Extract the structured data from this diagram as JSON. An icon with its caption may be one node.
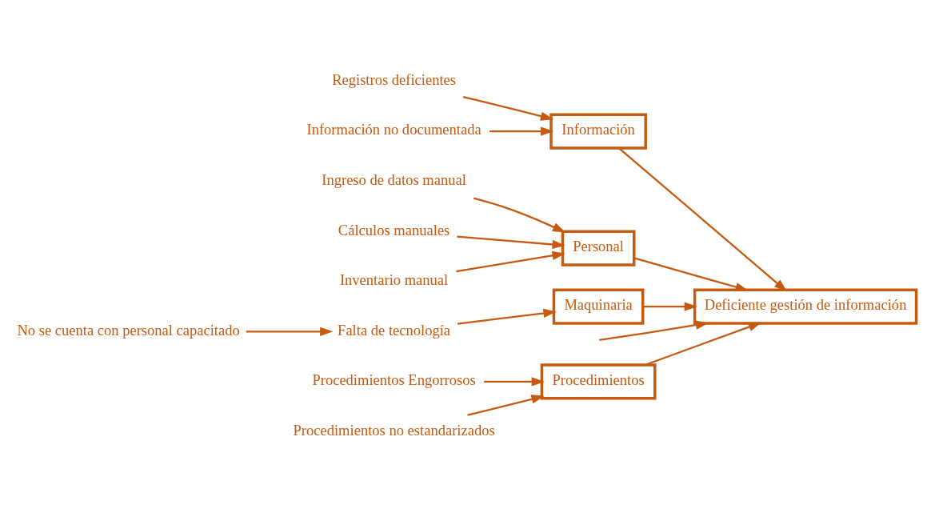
{
  "diagram": {
    "nodes": [
      {
        "text": [
          "Procedimientos"
        ]
      },
      {
        "text": [
          "Procedimientos Engorrosos"
        ]
      },
      {
        "text": [
          "Procedimientos no estandarizados"
        ]
      },
      {
        "text": [
          "Información"
        ]
      },
      {
        "text": [
          "Registros deficientes"
        ]
      },
      {
        "text": [
          "Información no documentada"
        ]
      },
      {
        "text": [
          "Deficiente gestión de información"
        ]
      },
      {
        "text": [
          "Personal"
        ]
      },
      {
        "text": [
          "Ingreso de datos manual"
        ]
      },
      {
        "text": [
          "Cálculos manuales"
        ]
      },
      {
        "text": [
          "Inventario manual"
        ]
      },
      {
        "text": [
          "Maquinaria"
        ]
      },
      {
        "text": [
          "Falta de tecnología"
        ]
      },
      {
        "text": [
          "No se cuenta con personal capacitado"
        ]
      }
    ],
    "edges": [
      {
        "from": 1,
        "to": 0,
        "arrow": "to"
      },
      {
        "from": 2,
        "to": 0,
        "arrow": "to"
      },
      {
        "from": 4,
        "to": 3,
        "arrow": "to"
      },
      {
        "from": 5,
        "to": 3,
        "arrow": "to"
      },
      {
        "from": 8,
        "to": 7,
        "arrow": "to"
      },
      {
        "from": 9,
        "to": 7,
        "arrow": "to"
      },
      {
        "from": 10,
        "to": 7,
        "arrow": "to"
      },
      {
        "from": 13,
        "to": 12,
        "arrow": "to"
      },
      {
        "from": 12,
        "to": 11,
        "arrow": "to"
      },
      {
        "from": 0,
        "to": 6,
        "arrow": "to"
      },
      {
        "from": 3,
        "to": 6,
        "arrow": "to"
      },
      {
        "from": 7,
        "to": 6,
        "arrow": "to"
      },
      {
        "from": 11,
        "to": 6,
        "arrow": "to"
      },
      {
        "from": null,
        "to": 6,
        "arrow": "to"
      }
    ]
  }
}
